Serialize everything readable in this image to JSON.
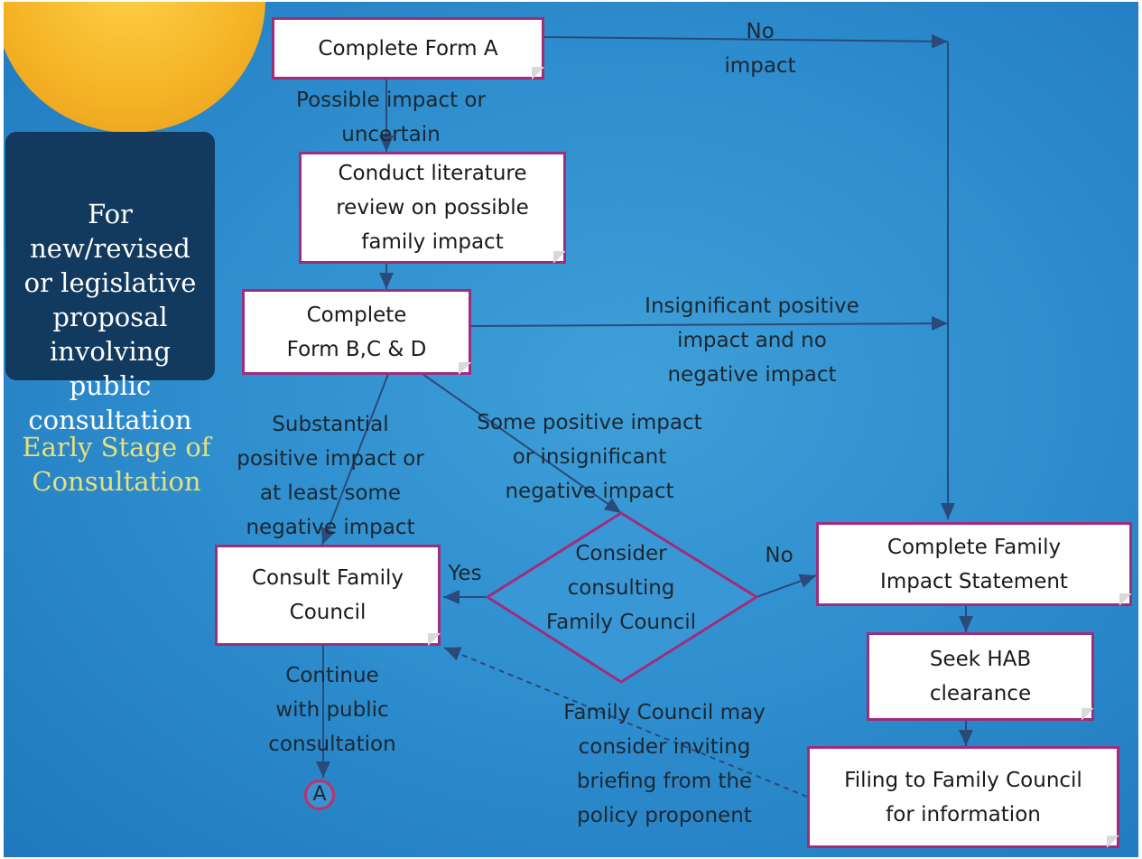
{
  "side_panel": {
    "lines": [
      "For new/revised",
      "or legislative",
      "proposal",
      "involving public",
      "consultation"
    ],
    "stage_lines": [
      "Early Stage of",
      "Consultation"
    ]
  },
  "nodes": {
    "form_a": "Complete Form A",
    "literature": [
      "Conduct literature",
      "review on possible",
      "family impact"
    ],
    "form_bcd": [
      "Complete",
      "Form B,C & D"
    ],
    "consult_council": [
      "Consult Family",
      "Council"
    ],
    "consider": [
      "Consider",
      "consulting",
      "Family Council"
    ],
    "fis": [
      "Complete Family",
      "Impact Statement"
    ],
    "hab": [
      "Seek HAB",
      "clearance"
    ],
    "filing": [
      "Filing to Family Council",
      "for information"
    ],
    "connector": "A"
  },
  "edge_labels": {
    "no_impact": [
      "No",
      "impact"
    ],
    "possible_impact": [
      "Possible impact or",
      "uncertain"
    ],
    "insignificant": [
      "Insignificant positive",
      "impact and no",
      "negative impact"
    ],
    "substantial": [
      "Substantial",
      "positive impact or",
      "at least some",
      "negative impact"
    ],
    "some_positive": [
      "Some positive impact",
      "or insignificant",
      "negative impact"
    ],
    "yes": "Yes",
    "no": "No",
    "continue": [
      "Continue",
      "with public",
      "consultation"
    ],
    "may_consider": [
      "Family Council may",
      "consider inviting",
      "briefing from the",
      "policy proponent"
    ]
  },
  "colors": {
    "background": "#2f8fcf",
    "box_border": "#a02c7c",
    "panel": "#123a5e",
    "stage_text": "#e8e07a",
    "arrow": "#2a4a7a"
  }
}
